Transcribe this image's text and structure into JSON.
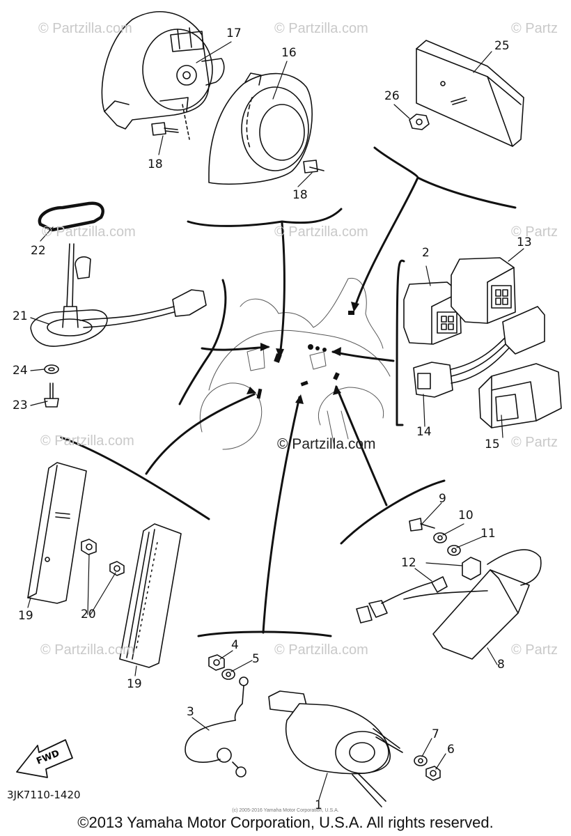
{
  "watermarks": {
    "faint_text": "© Partzilla.com",
    "center_text": "© Partzilla.com",
    "edge_text": "© Partz"
  },
  "callouts": {
    "c1": "1",
    "c2": "2",
    "c3": "3",
    "c4": "4",
    "c5": "5",
    "c6": "6",
    "c7": "7",
    "c8": "8",
    "c9": "9",
    "c10": "10",
    "c11": "11",
    "c12": "12",
    "c13": "13",
    "c14": "14",
    "c15": "15",
    "c16": "16",
    "c17": "17",
    "c18a": "18",
    "c18b": "18",
    "c19a": "19",
    "c19b": "19",
    "c20": "20",
    "c21": "21",
    "c22": "22",
    "c23": "23",
    "c24": "24",
    "c25": "25",
    "c26": "26"
  },
  "fwd_label": "FWD",
  "diagram_code": "3JK7110-1420",
  "fine_print": "(c) 2005-2016 Yamaha Motor Corporation, U.S.A.",
  "copyright": "©2013 Yamaha Motor Corporation, U.S.A. All rights reserved.",
  "colors": {
    "ink": "#111111",
    "watermark": "#c9c9c9",
    "background": "#ffffff"
  }
}
